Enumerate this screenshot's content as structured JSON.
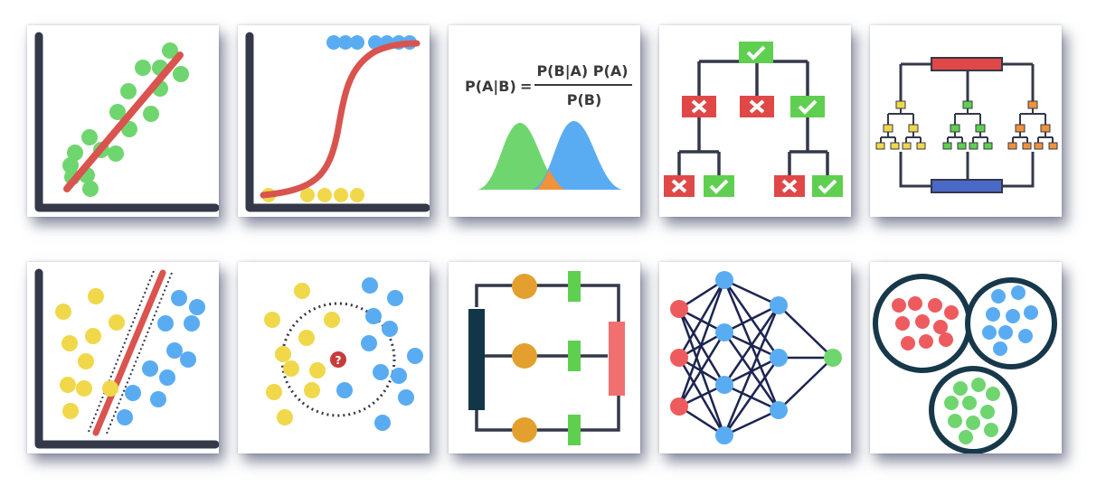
{
  "palette": {
    "axis": "#343848",
    "regression_line": "#d9534f",
    "green_point": "#6fd66f",
    "blue_point": "#5aacf2",
    "yellow_point": "#f0d84a",
    "red_point": "#ee5b5e",
    "orange_node": "#e4a02e",
    "navy_bar": "#123548",
    "accept_green": "#5fcf50",
    "reject_red": "#e04848"
  },
  "tiles": [
    {
      "name": "linear-regression",
      "icon": "linear-regression-icon"
    },
    {
      "name": "logistic-regression",
      "icon": "logistic-regression-icon"
    },
    {
      "name": "naive-bayes",
      "icon": "bayes-theorem-icon",
      "equation": {
        "lhs": "P(A|B)",
        "equals": "=",
        "numerator": "P(B|A) P(A)",
        "denominator": "P(B)"
      }
    },
    {
      "name": "decision-tree",
      "icon": "decision-tree-icon"
    },
    {
      "name": "random-forest",
      "icon": "random-forest-icon"
    },
    {
      "name": "support-vector-machine",
      "icon": "svm-icon"
    },
    {
      "name": "k-nearest-neighbors",
      "icon": "knn-icon",
      "query_mark": "?"
    },
    {
      "name": "gradient-boosting",
      "icon": "boosting-icon"
    },
    {
      "name": "neural-network",
      "icon": "neural-network-icon"
    },
    {
      "name": "k-means-clustering",
      "icon": "clustering-icon"
    }
  ]
}
